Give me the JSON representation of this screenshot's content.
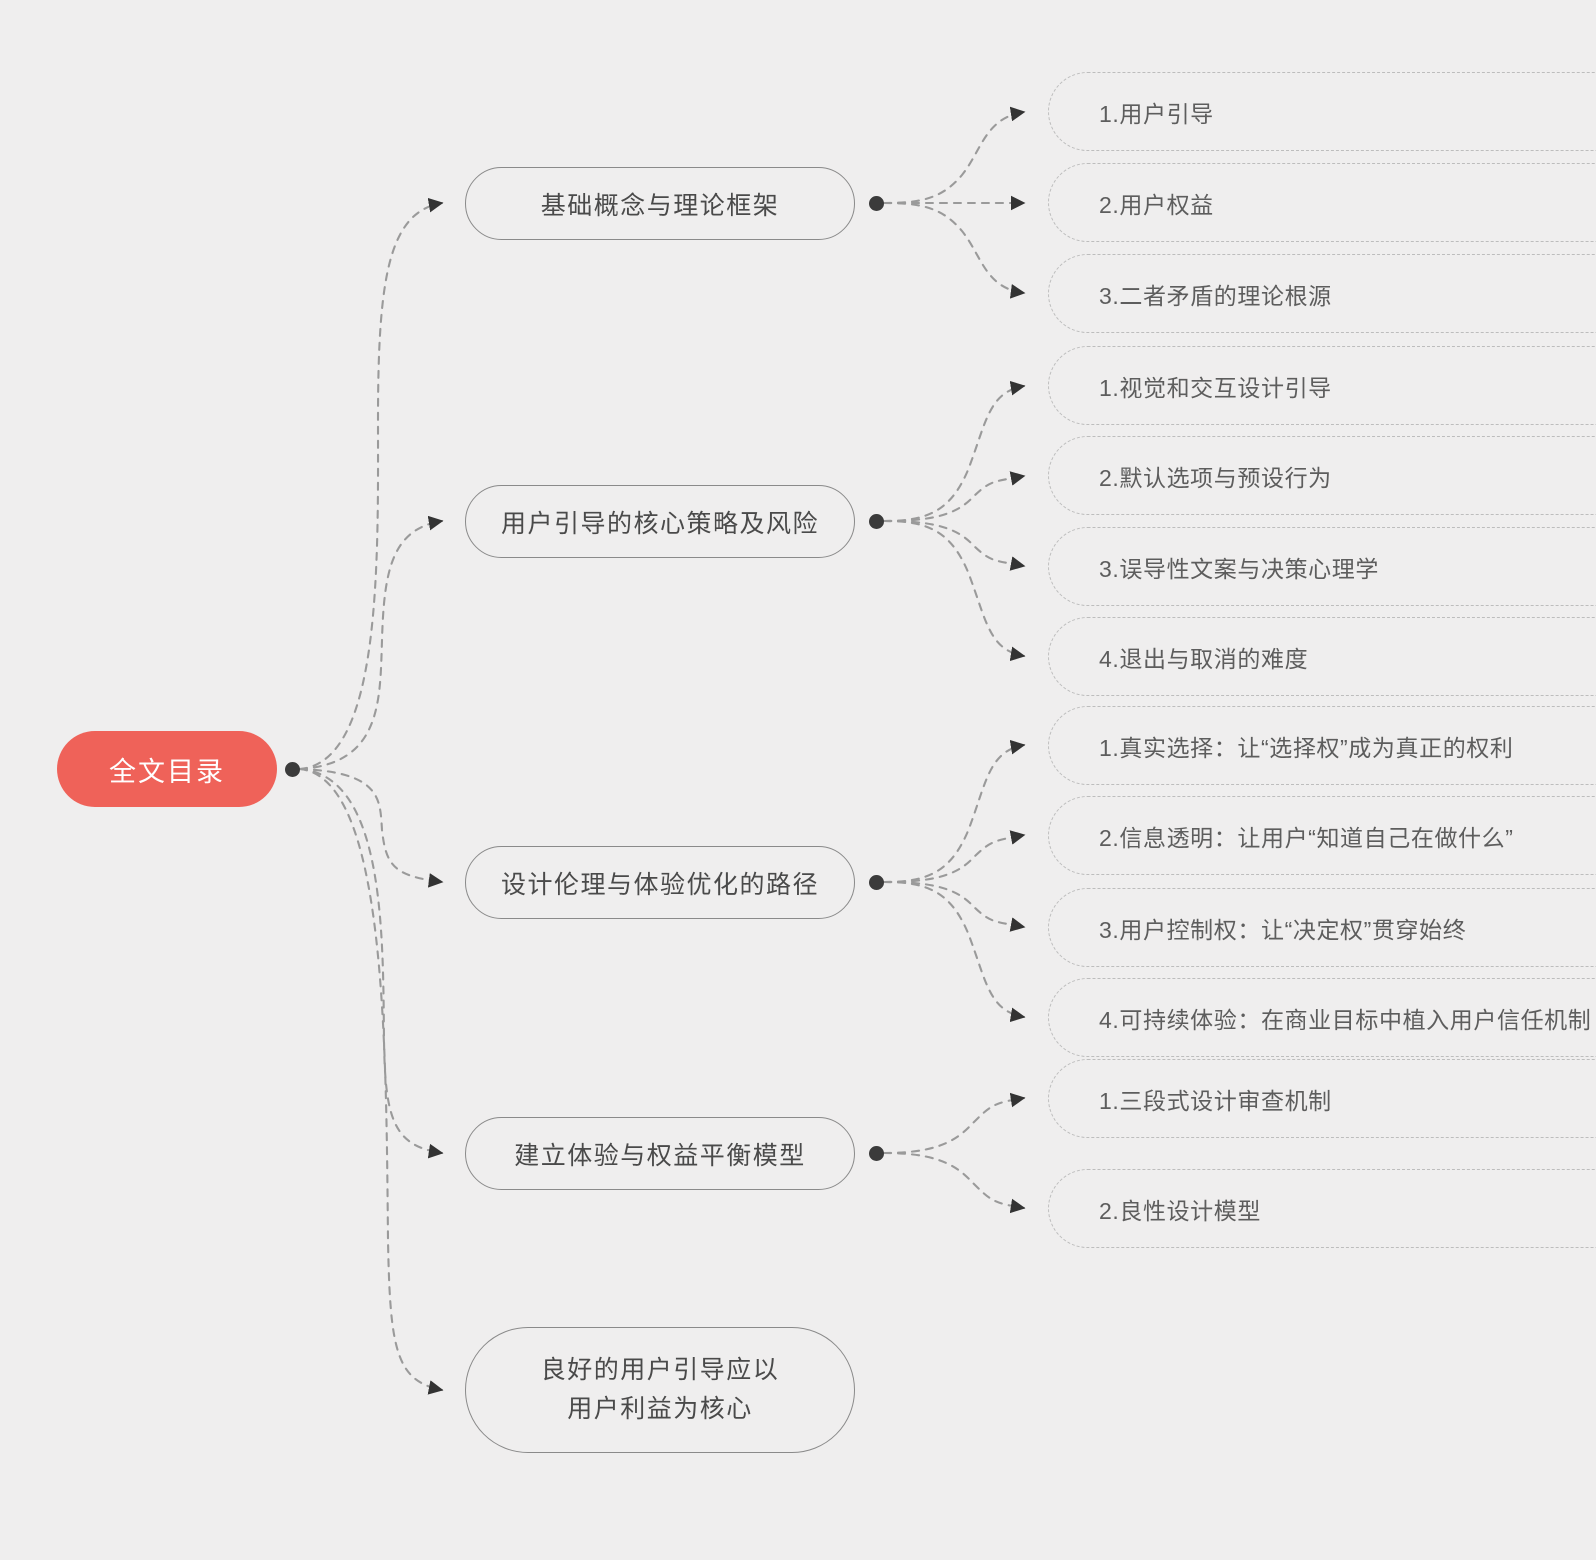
{
  "theme": {
    "background": "#efeeee",
    "root_fill": "#ef6259",
    "root_text": "#ffffff",
    "branch_border": "#8a8a8a",
    "branch_text": "#4a4a4a",
    "leaf_border": "#bdbdbd",
    "leaf_text": "#5d5d5d",
    "connector": "#9a9a9a",
    "dot": "#3b3b3b"
  },
  "mindmap": {
    "root": {
      "label": "全文目录"
    },
    "branches": [
      {
        "label": "基础概念与理论框架",
        "children": [
          {
            "label": "1.用户引导"
          },
          {
            "label": "2.用户权益"
          },
          {
            "label": "3.二者矛盾的理论根源"
          }
        ]
      },
      {
        "label": "用户引导的核心策略及风险",
        "children": [
          {
            "label": "1.视觉和交互设计引导"
          },
          {
            "label": "2.默认选项与预设行为"
          },
          {
            "label": "3.误导性文案与决策心理学"
          },
          {
            "label": "4.退出与取消的难度"
          }
        ]
      },
      {
        "label": "设计伦理与体验优化的路径",
        "children": [
          {
            "label": "1.真实选择：让“选择权”成为真正的权利"
          },
          {
            "label": "2.信息透明：让用户“知道自己在做什么”"
          },
          {
            "label": "3.用户控制权：让“决定权”贯穿始终"
          },
          {
            "label": "4.可持续体验：在商业目标中植入用户信任机制"
          }
        ]
      },
      {
        "label": "建立体验与权益平衡模型",
        "children": [
          {
            "label": "1.三段式设计审查机制"
          },
          {
            "label": "2.良性设计模型"
          }
        ]
      },
      {
        "label": "良好的用户引导应以\n用户利益为核心",
        "children": []
      }
    ]
  }
}
